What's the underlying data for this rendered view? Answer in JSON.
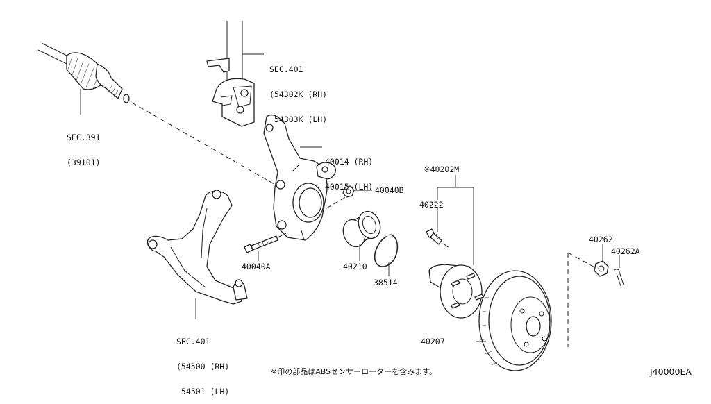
{
  "diagram": {
    "code": "J40000EA",
    "footnote": "※印の部品はABSセンサーローターを含みます。",
    "labels": {
      "sec401_strut": {
        "line1": "SEC.401",
        "line2": "(54302K (RH)",
        "line3": "54303K (LH)"
      },
      "sec391": {
        "line1": "SEC.391",
        "line2": "(39101)"
      },
      "knuckle": {
        "line1": "40014 (RH)",
        "line2": "40015 (LH)"
      },
      "nut_40040b": "40040B",
      "hub_assy": "※40202M",
      "bolt_40222": "40222",
      "bolt_40040a": "40040A",
      "bearing_40210": "40210",
      "snap_ring": "38514",
      "nut_40262": "40262",
      "pin_40262a": "40262A",
      "rotor_40207": "40207",
      "sec401_arm": {
        "line1": "SEC.401",
        "line2": "(54500 (RH)",
        "line3": "54501 (LH)"
      }
    }
  }
}
